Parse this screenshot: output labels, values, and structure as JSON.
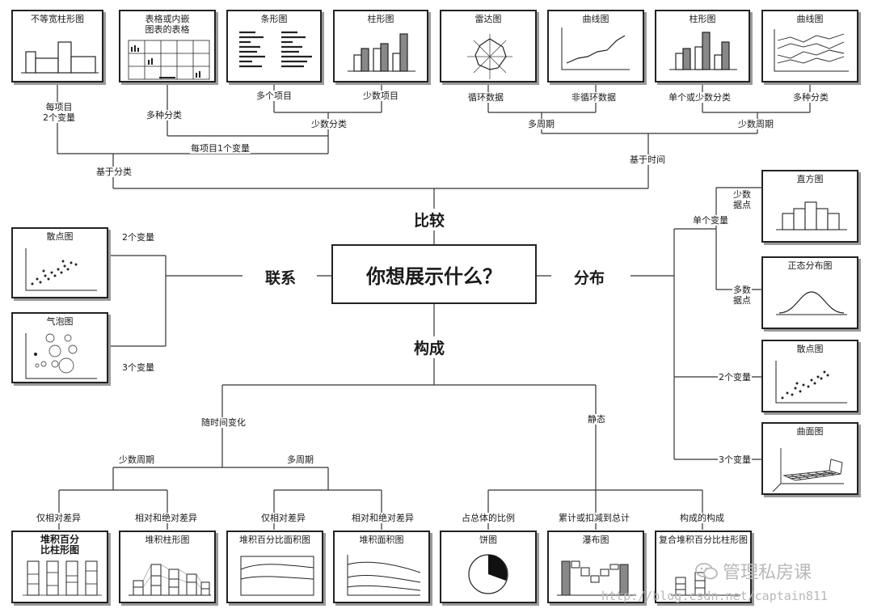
{
  "center_question": "你想展示什么？",
  "branches": {
    "compare": "比较",
    "relation": "联系",
    "distribution": "分布",
    "composition": "构成"
  },
  "charts": {
    "variable_width_bar": "不等宽柱形图",
    "table_embedded": "表格或内嵌\n图表的表格",
    "bar_h": "条形图",
    "column_few": "柱形图",
    "radar": "雷达图",
    "line_noncyclic": "曲线图",
    "column_single": "柱形图",
    "line_multi": "曲线图",
    "scatter_rel": "散点图",
    "bubble": "气泡图",
    "histogram": "直方图",
    "normal_curve": "正态分布图",
    "scatter_dist": "散点图",
    "surface": "曲面图",
    "stacked_pct_col": "堆积百分\n比柱形图",
    "stacked_col": "堆积柱形图",
    "stacked_pct_area": "堆积百分比面积图",
    "stacked_area": "堆积面积图",
    "pie": "饼图",
    "waterfall": "瀑布图",
    "composite_stacked": "复合堆积百分比柱形图"
  },
  "labels": {
    "per_item_2var": "每项目\n2个变量",
    "multi_category": "多种分类",
    "multi_items": "多个项目",
    "few_items": "少数项目",
    "few_categories": "少数分类",
    "per_item_1var": "每项目1个变量",
    "by_category": "基于分类",
    "cyclic": "循环数据",
    "noncyclic": "非循环数据",
    "single_or_few_cat": "单个或少数分类",
    "multi_cat_right": "多种分类",
    "many_periods": "多周期",
    "few_periods": "少数周期",
    "by_time": "基于时间",
    "two_vars_rel": "2个变量",
    "three_vars_rel": "3个变量",
    "single_var": "单个变量",
    "few_points": "少数\n据点",
    "many_points": "多数\n据点",
    "two_vars_dist": "2个变量",
    "three_vars_dist": "3个变量",
    "over_time": "随时间变化",
    "static": "静态",
    "few_periods_comp": "少数周期",
    "many_periods_comp": "多周期",
    "rel_only_1": "仅相对差异",
    "rel_abs_1": "相对和绝对差异",
    "rel_only_2": "仅相对差异",
    "rel_abs_2": "相对和绝对差异",
    "share_of_total": "占总体的比例",
    "accumulate": "累计或扣减到总计",
    "comp_of_comp": "构成的构成"
  },
  "watermark": {
    "brand": "管理私房课",
    "url": "http://blog.csdn.net/captain811"
  }
}
